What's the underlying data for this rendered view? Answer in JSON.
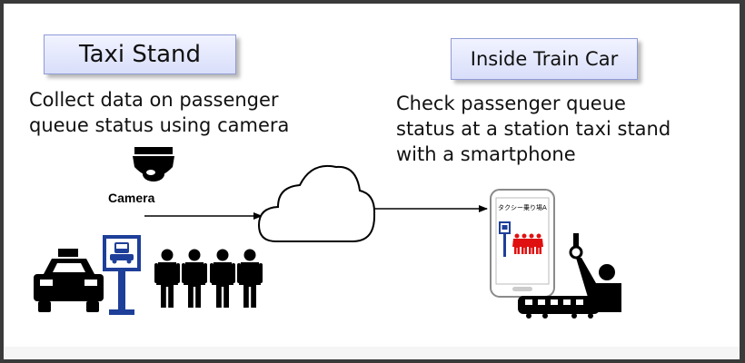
{
  "taxi_stand": {
    "title": "Taxi Stand",
    "description_line1": "Collect data on passenger",
    "description_line2": "queue status using camera",
    "camera_label": "Camera"
  },
  "train_car": {
    "title": "Inside Train Car",
    "description_line1": "Check passenger queue",
    "description_line2": "status at a station taxi stand",
    "description_line3": "with a smartphone"
  },
  "phone_screen": {
    "header_text": "タクシー乗り場A"
  },
  "colors": {
    "title_border": "#8f9bd6",
    "accent_blue": "#1e3f99",
    "queue_red": "#e01010"
  }
}
